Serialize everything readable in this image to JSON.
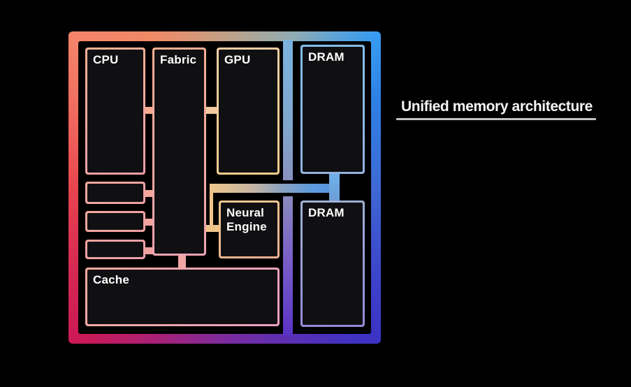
{
  "slide": {
    "background": "#000000",
    "caption": {
      "text": "Unified memory architecture",
      "underline_color": "#C2C2C2"
    }
  },
  "chip": {
    "blocks": {
      "cpu": {
        "label": "CPU"
      },
      "fabric": {
        "label": "Fabric"
      },
      "gpu": {
        "label": "GPU"
      },
      "dram_top": {
        "label": "DRAM"
      },
      "neural_engine": {
        "label": "Neural Engine"
      },
      "dram_bottom": {
        "label": "DRAM"
      },
      "cache": {
        "label": "Cache"
      },
      "unlabeled_small_blocks": 3
    },
    "colors": {
      "frame_top_left": "#F5846A",
      "frame_top_right": "#2E8BE8",
      "frame_bottom_right": "#3B33C6",
      "frame_bottom_left": "#CC1955",
      "divider_top": "#7BB3E0",
      "divider_bottom": "#5933C6",
      "cpu_outline": "#F7B193",
      "fabric_outline": "#F7AE92",
      "gpu_outline": "#F3CEA4",
      "neural_engine_outline": "#F2C88E",
      "cache_outline": "#F3AB9F",
      "dram_top_outline": "#83BEEC",
      "dram_bottom_outline": "#9489D8",
      "memory_bus_left": "#EFC68B",
      "memory_bus_right": "#5595E2",
      "block_fill": "#101013",
      "label_text": "#FFFFFF"
    }
  }
}
